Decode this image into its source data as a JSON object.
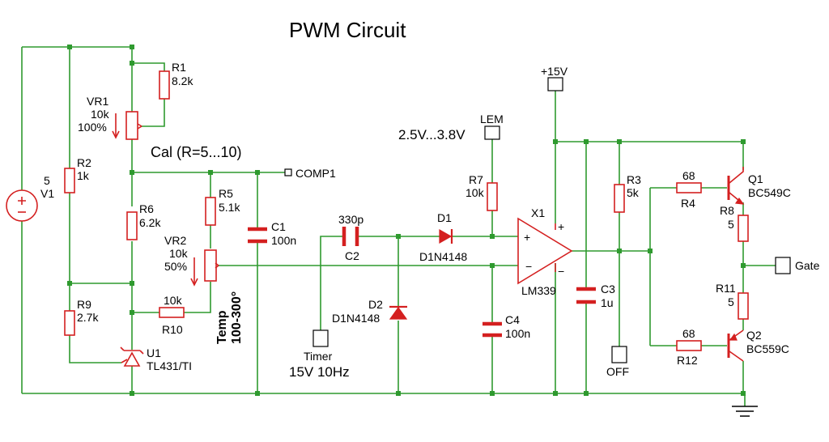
{
  "title": "PWM Circuit",
  "notes": {
    "cal": "Cal (R=5...10)",
    "lem_range": "2.5V...3.8V",
    "timer_freq": "15V 10Hz",
    "temp_title": "Temp",
    "temp_range": "100-300°"
  },
  "components": {
    "v1": {
      "value": "5",
      "ref": "V1"
    },
    "r1": {
      "ref": "R1",
      "value": "8.2k"
    },
    "vr1": {
      "ref": "VR1",
      "value": "10k",
      "pct": "100%"
    },
    "r2": {
      "ref": "R2",
      "value": "1k"
    },
    "r6": {
      "ref": "R6",
      "value": "6.2k"
    },
    "r9": {
      "ref": "R9",
      "value": "2.7k"
    },
    "u1": {
      "ref": "U1",
      "part": "TL431/TI"
    },
    "r10": {
      "value": "10k",
      "ref": "R10"
    },
    "r5": {
      "ref": "R5",
      "value": "5.1k"
    },
    "vr2": {
      "ref": "VR2",
      "value": "10k",
      "pct": "50%"
    },
    "c1": {
      "ref": "C1",
      "value": "100n"
    },
    "c2": {
      "value": "330p",
      "ref": "C2"
    },
    "d1": {
      "ref": "D1",
      "part": "D1N4148"
    },
    "d2": {
      "ref": "D2",
      "part": "D1N4148"
    },
    "r7": {
      "ref": "R7",
      "value": "10k"
    },
    "x1": {
      "ref": "X1",
      "part": "LM339",
      "plus": "+",
      "minus": "−"
    },
    "c4": {
      "ref": "C4",
      "value": "100n"
    },
    "c3": {
      "ref": "C3",
      "value": "1u"
    },
    "r3": {
      "ref": "R3",
      "value": "5k"
    },
    "r4": {
      "value": "68",
      "ref": "R4"
    },
    "r12": {
      "value": "68",
      "ref": "R12"
    },
    "q1": {
      "ref": "Q1",
      "part": "BC549C"
    },
    "q2": {
      "ref": "Q2",
      "part": "BC559C"
    },
    "r8": {
      "ref": "R8",
      "value": "5"
    },
    "r11": {
      "ref": "R11",
      "value": "5"
    }
  },
  "terminals": {
    "comp1": "COMP1",
    "lem": "LEM",
    "timer": "Timer",
    "v15": "+15V",
    "off": "OFF",
    "gate": "Gate"
  },
  "colors": {
    "wire": "#2f9a2f",
    "component": "#d42020",
    "text": "#000000"
  }
}
